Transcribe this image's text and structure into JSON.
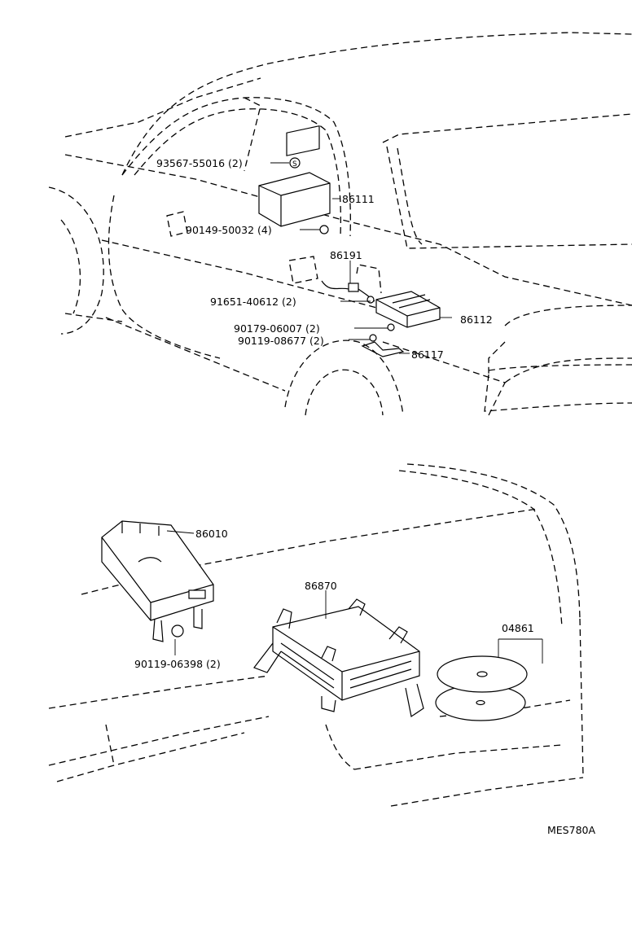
{
  "diagram_code": "MES780A",
  "upper_labels": {
    "p93567_55016": "93567-55016 (2)",
    "p86111": "86111",
    "p90149_50032": "90149-50032 (4)",
    "p86191": "86191",
    "p91651_40612": "91651-40612 (2)",
    "p86112": "86112",
    "p90179_06007": "90179-06007 (2)",
    "p90119_08677": "90119-08677 (2)",
    "p86117": "86117"
  },
  "lower_labels": {
    "p86010": "86010",
    "p86870": "86870",
    "p90119_06398": "90119-06398 (2)",
    "p04861": "04861"
  }
}
